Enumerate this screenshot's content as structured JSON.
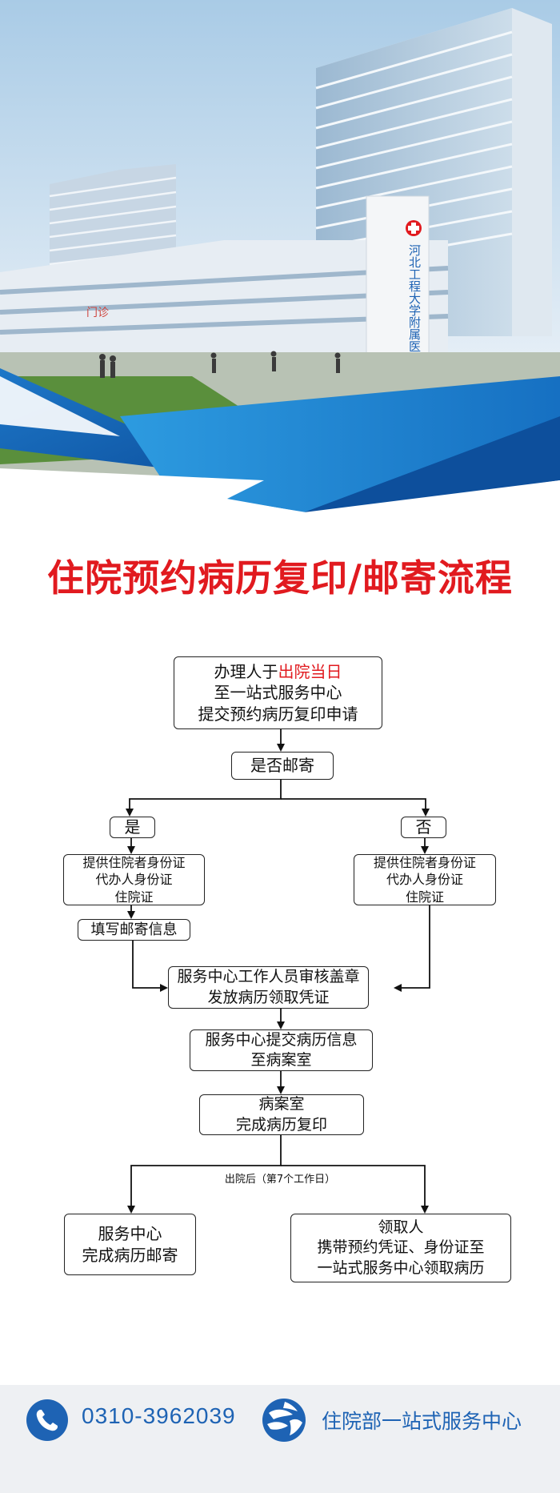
{
  "hero": {
    "building_sign": "河北工程大学附属医院",
    "gate_sign": "门诊"
  },
  "title": "住院预约病历复印/邮寄流程",
  "flow": {
    "apply": {
      "line1_pre": "办理人于",
      "line1_accent": "出院当日",
      "line2": "至一站式服务中心",
      "line3": "提交预约病历复印申请"
    },
    "mail_question": "是否邮寄",
    "yes": "是",
    "no": "否",
    "docs_yes": [
      "提供住院者身份证",
      "代办人身份证",
      "住院证"
    ],
    "docs_no": [
      "提供住院者身份证",
      "代办人身份证",
      "住院证"
    ],
    "fill_mail": "填写邮寄信息",
    "review": [
      "服务中心工作人员审核盖章",
      "发放病历领取凭证"
    ],
    "submit": [
      "服务中心提交病历信息",
      "至病案室"
    ],
    "records": [
      "病案室",
      "完成病历复印"
    ],
    "after_days": "出院后（第7个工作日）",
    "mail_done": [
      "服务中心",
      "完成病历邮寄"
    ],
    "pickup": [
      "领取人",
      "携带预约凭证、身份证至",
      "一站式服务中心领取病历"
    ]
  },
  "footer": {
    "phone": "0310-3962039",
    "department": "住院部一站式服务中心",
    "phone_icon": "phone-icon",
    "logo_icon": "globe-logo-icon"
  },
  "colors": {
    "accent_red": "#e11a1f",
    "brand_blue": "#1e63b4",
    "footer_bg": "#eef0f3"
  }
}
